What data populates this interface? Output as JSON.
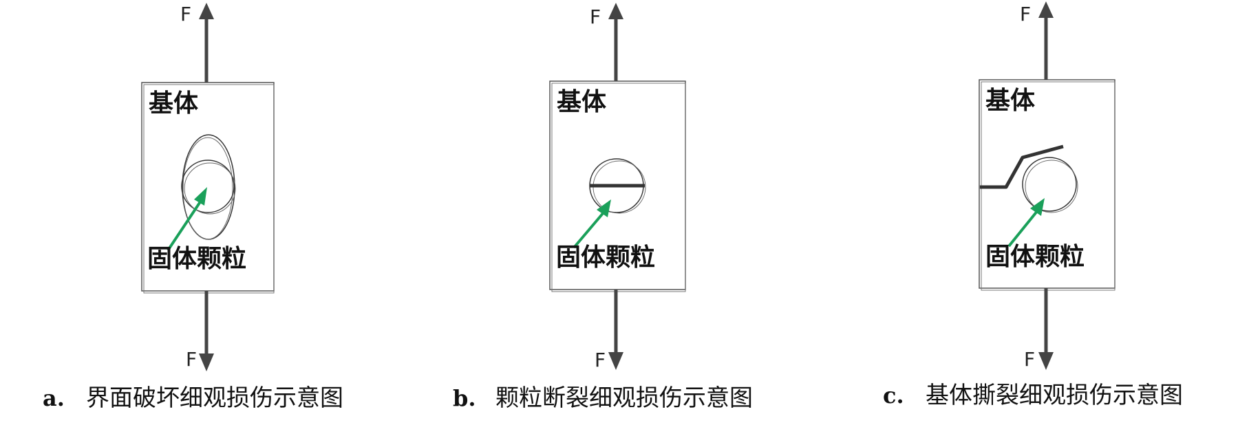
{
  "colors": {
    "arrow_gray": "#444444",
    "pointer_green": "#1aa05a",
    "outline": "#555555",
    "crack": "#333333",
    "text": "#111111"
  },
  "panels": [
    {
      "id": "a",
      "matrix_label": "基体",
      "particle_label": "固体颗粒",
      "force_top": "F",
      "force_bottom": "F",
      "damage": "interface-failure",
      "caption_letter": "a.",
      "caption_text": "界面破坏细观损伤示意图"
    },
    {
      "id": "b",
      "matrix_label": "基体",
      "particle_label": "固体颗粒",
      "force_top": "F",
      "force_bottom": "F",
      "damage": "particle-fracture",
      "caption_letter": "b.",
      "caption_text": "颗粒断裂细观损伤示意图"
    },
    {
      "id": "c",
      "matrix_label": "基体",
      "particle_label": "固体颗粒",
      "force_top": "F",
      "force_bottom": "F",
      "damage": "matrix-tearing",
      "caption_letter": "c.",
      "caption_text": "基体撕裂细观损伤示意图"
    }
  ]
}
